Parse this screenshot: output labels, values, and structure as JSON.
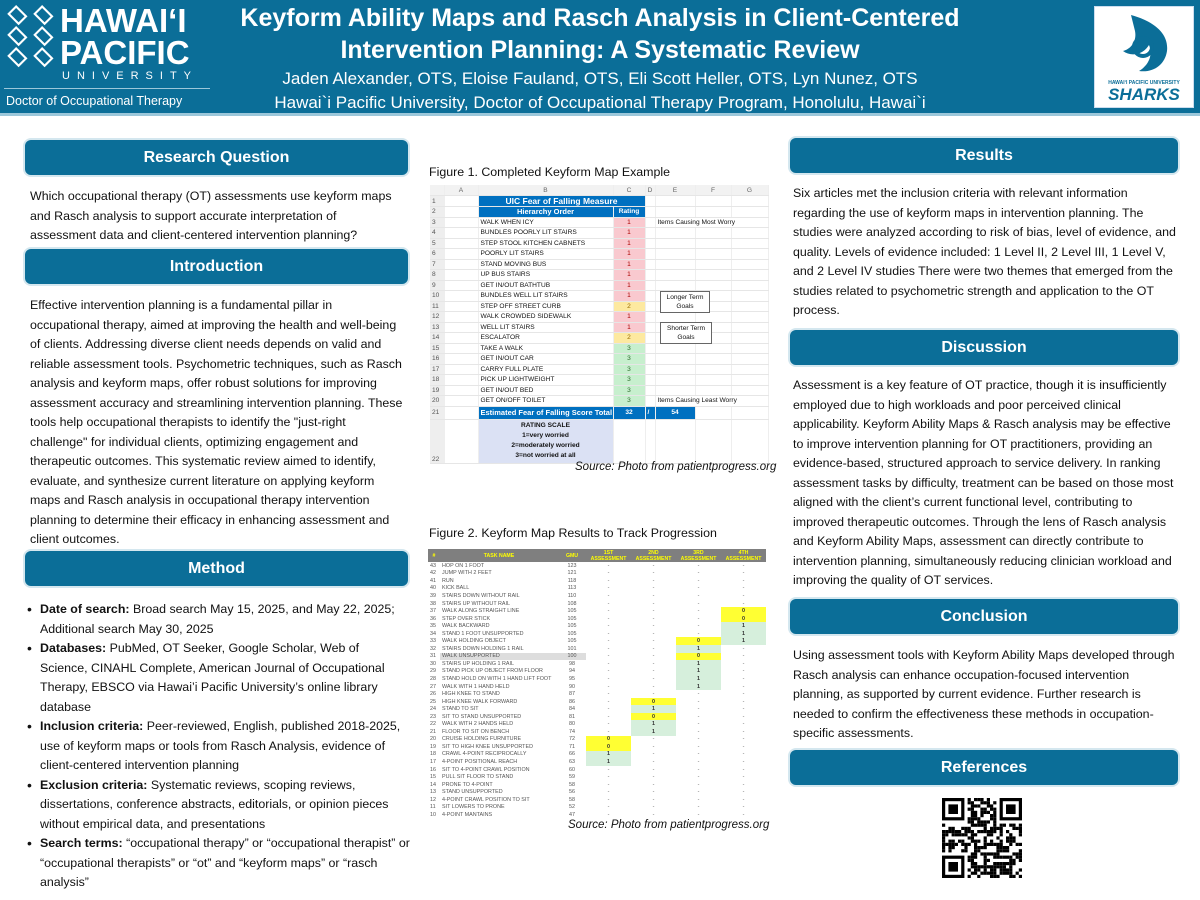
{
  "header": {
    "logo_left": {
      "line1": "HAWAIʻI",
      "line2": "PACIFIC",
      "line3": "UNIVERSITY",
      "program": "Doctor of Occupational Therapy"
    },
    "title": "Keyform Ability Maps and Rasch Analysis in Client-Centered Intervention Planning: A Systematic Review",
    "authors": "Jaden Alexander, OTS, Eloise Fauland, OTS, Eli Scott Heller, OTS, Lyn Nunez, OTS",
    "affiliation": "Hawai`i Pacific University, Doctor of Occupational Therapy Program, Honolulu, Hawai`i",
    "logo_right": {
      "line1": "HAWAIʻI PACIFIC UNIVERSITY",
      "line2": "SHARKS"
    }
  },
  "research_question": {
    "heading": "Research Question",
    "text": "Which occupational therapy (OT) assessments use keyform maps and Rasch analysis to support accurate interpretation of assessment data and client-centered intervention planning?"
  },
  "introduction": {
    "heading": "Introduction",
    "text": "Effective intervention planning is a fundamental pillar in occupational therapy, aimed at improving the health and well-being of clients. Addressing diverse client needs depends on valid and reliable assessment tools. Psychometric techniques, such as Rasch analysis and keyform maps, offer robust solutions for improving assessment accuracy and streamlining intervention planning. These tools help occupational therapists to identify the \"just-right challenge\" for individual clients, optimizing engagement and therapeutic outcomes. This systematic review aimed to identify, evaluate, and synthesize current literature on applying keyform maps and Rasch analysis in occupational therapy intervention planning to determine their efficacy in enhancing assessment and client outcomes."
  },
  "method": {
    "heading": "Method",
    "items": [
      {
        "label": "Date of search:",
        "text": " Broad search May 15, 2025, and May 22, 2025; Additional search May 30, 2025"
      },
      {
        "label": "Databases:",
        "text": " PubMed, OT Seeker, Google Scholar, Web of Science, CINAHL Complete, American Journal of Occupational Therapy, EBSCO via Hawai’i Pacific University’s online library database"
      },
      {
        "label": "Inclusion criteria:",
        "text": " Peer-reviewed, English, published 2018-2025, use of keyform maps or tools from Rasch Analysis,  evidence of client-centered intervention planning"
      },
      {
        "label": "Exclusion criteria:",
        "text": " Systematic reviews, scoping reviews, dissertations, conference abstracts, editorials, or opinion pieces without empirical data, and presentations"
      },
      {
        "label": "Search terms:",
        "text": " “occupational therapy” or “occupational therapist” or “occupational therapists” or “ot” and “keyform maps” or “rasch analysis”"
      }
    ]
  },
  "figure1": {
    "caption": "Figure 1. Completed Keyform Map Example",
    "columns": [
      "A",
      "B",
      "C",
      "D",
      "E",
      "F",
      "G"
    ],
    "title": "UIC Fear of Falling Measure",
    "subtitle": "Hierarchy Order",
    "rating_header": "Rating",
    "items": [
      {
        "name": "WALK WHEN ICY",
        "rating": "1"
      },
      {
        "name": "BUNDLES POORLY LIT STAIRS",
        "rating": "1"
      },
      {
        "name": "STEP STOOL KITCHEN CABNETS",
        "rating": "1"
      },
      {
        "name": "POORLY LIT STAIRS",
        "rating": "1"
      },
      {
        "name": "STAND MOVING BUS",
        "rating": "1"
      },
      {
        "name": "UP BUS STAIRS",
        "rating": "1"
      },
      {
        "name": "GET IN/OUT BATHTUB",
        "rating": "1"
      },
      {
        "name": "BUNDLES WELL LIT STAIRS",
        "rating": "1"
      },
      {
        "name": "STEP OFF STREET CURB",
        "rating": "2"
      },
      {
        "name": "WALK CROWDED SIDEWALK",
        "rating": "1"
      },
      {
        "name": "WELL LIT STAIRS",
        "rating": "1"
      },
      {
        "name": "ESCALATOR",
        "rating": "2"
      },
      {
        "name": "TAKE A WALK",
        "rating": "3"
      },
      {
        "name": "GET IN/OUT CAR",
        "rating": "3"
      },
      {
        "name": "CARRY FULL PLATE",
        "rating": "3"
      },
      {
        "name": "PICK UP LIGHTWEIGHT",
        "rating": "3"
      },
      {
        "name": "GET IN/OUT BED",
        "rating": "3"
      },
      {
        "name": "GET ON/OFF TOILET",
        "rating": "3"
      }
    ],
    "note_most": "Items Causing Most Worry",
    "note_least": "Items Causing Least Worry",
    "longer_goals": "Longer Term Goals",
    "shorter_goals": "Shorter Term Goals",
    "total_label": "Estimated Fear of Falling Score Total",
    "total_score": "32",
    "total_sep": "/",
    "total_max": "54",
    "scale_title": "RATING SCALE",
    "scale": [
      "1=very worried",
      "2=moderately worried",
      "3=not worried at all"
    ],
    "source": "Source: Photo from patientprogress.org"
  },
  "figure2": {
    "caption": "Figure 2.  Keyform Map Results to Track Progression",
    "headers": [
      "#",
      "TASK NAME",
      "GMU",
      "1ST ASSESSMENT",
      "2ND ASSESSMENT",
      "3RD ASSESSMENT",
      "4TH ASSESSMENT"
    ],
    "rows": [
      [
        "43",
        "HOP ON 1 FOOT",
        "123",
        "-",
        "-",
        "-",
        "-"
      ],
      [
        "42",
        "JUMP WITH 2 FEET",
        "121",
        "-",
        "-",
        "-",
        "-"
      ],
      [
        "41",
        "RUN",
        "118",
        "-",
        "-",
        "-",
        "-"
      ],
      [
        "40",
        "KICK BALL",
        "113",
        "-",
        "-",
        "-",
        "-"
      ],
      [
        "39",
        "STAIRS DOWN WITHOUT RAIL",
        "110",
        "-",
        "-",
        "-",
        "-"
      ],
      [
        "38",
        "STAIRS UP WITHOUT RAIL",
        "108",
        "-",
        "-",
        "-",
        "-"
      ],
      [
        "37",
        "WALK ALONG STRAIGHT LINE",
        "105",
        "-",
        "-",
        "-",
        "0"
      ],
      [
        "36",
        "STEP OVER STICK",
        "105",
        "-",
        "-",
        "-",
        "0"
      ],
      [
        "35",
        "WALK BACKWARD",
        "105",
        "-",
        "-",
        "-",
        "1"
      ],
      [
        "34",
        "STAND 1 FOOT UNSUPPORTED",
        "105",
        "-",
        "-",
        "-",
        "1"
      ],
      [
        "33",
        "WALK HOLDING OBJECT",
        "105",
        "-",
        "-",
        "0",
        "1"
      ],
      [
        "32",
        "STAIRS DOWN HOLDING 1 RAIL",
        "101",
        "-",
        "-",
        "1",
        "-"
      ],
      [
        "31",
        "WALK UNSUPPORTED",
        "100",
        "-",
        "-",
        "0",
        "-"
      ],
      [
        "30",
        "STAIRS UP HOLDING 1 RAIL",
        "98",
        "-",
        "-",
        "1",
        "-"
      ],
      [
        "29",
        "STAND PICK UP OBJECT FROM FLOOR",
        "94",
        "-",
        "-",
        "1",
        "-"
      ],
      [
        "28",
        "STAND HOLD ON WITH 1 HAND LIFT FOOT",
        "95",
        "-",
        "-",
        "1",
        "-"
      ],
      [
        "27",
        "WALK WITH 1 HAND HELD",
        "90",
        "-",
        "-",
        "1",
        "-"
      ],
      [
        "26",
        "HIGH KNEE TO STAND",
        "87",
        "-",
        "-",
        "-",
        "-"
      ],
      [
        "25",
        "HIGH KNEE WALK FORWARD",
        "86",
        "-",
        "0",
        "-",
        "-"
      ],
      [
        "24",
        "STAND TO SIT",
        "84",
        "-",
        "1",
        "-",
        "-"
      ],
      [
        "23",
        "SIT TO STAND UNSUPPORTED",
        "81",
        "-",
        "0",
        "-",
        "-"
      ],
      [
        "22",
        "WALK WITH 2 HANDS HELD",
        "80",
        "-",
        "1",
        "-",
        "-"
      ],
      [
        "21",
        "FLOOR TO SIT ON BENCH",
        "74",
        "-",
        "1",
        "-",
        "-"
      ],
      [
        "20",
        "CRUISE HOLDING FURNITURE",
        "72",
        "0",
        "-",
        "-",
        "-"
      ],
      [
        "19",
        "SIT TO HIGH KNEE UNSUPPORTED",
        "71",
        "0",
        "-",
        "-",
        "-"
      ],
      [
        "18",
        "CRAWL 4-POINT RECIPROCALLY",
        "66",
        "1",
        "-",
        "-",
        "-"
      ],
      [
        "17",
        "4-POINT POSITIONAL REACH",
        "63",
        "1",
        "-",
        "-",
        "-"
      ],
      [
        "16",
        "SIT TO 4-POINT CRAWL POSITION",
        "60",
        "-",
        "-",
        "-",
        "-"
      ],
      [
        "15",
        "PULL SIT FLOOR TO STAND",
        "59",
        "-",
        "-",
        "-",
        "-"
      ],
      [
        "14",
        "PRONE TO 4-POINT",
        "58",
        "-",
        "-",
        "-",
        "-"
      ],
      [
        "13",
        "STAND UNSUPPORTED",
        "56",
        "-",
        "-",
        "-",
        "-"
      ],
      [
        "12",
        "4-POINT CRAWL POSITION TO SIT",
        "58",
        "-",
        "-",
        "-",
        "-"
      ],
      [
        "11",
        "SIT LOWERS TO PRONE",
        "52",
        "-",
        "-",
        "-",
        "-"
      ],
      [
        "10",
        "4-POINT MANTAINS",
        "47",
        "-",
        "-",
        "-",
        "-"
      ]
    ],
    "source": "Source: Photo from patientprogress.org"
  },
  "results": {
    "heading": "Results",
    "text": "Six articles met the inclusion criteria with relevant information regarding the use of keyform maps in intervention planning. The studies were analyzed according to risk of bias, level of evidence, and quality. Levels of evidence included: 1 Level II, 2 Level III, 1 Level V, and 2 Level IV studies There were two themes that emerged from the studies related to psychometric strength and application to the OT process."
  },
  "discussion": {
    "heading": "Discussion",
    "text": "Assessment is a key feature of OT practice, though it is insufficiently employed due to high workloads and poor perceived clinical applicability. Keyform Ability Maps & Rasch analysis may be effective to improve intervention planning for OT practitioners, providing an evidence-based, structured approach to service delivery. In ranking assessment tasks by difficulty, treatment can be based on those most aligned with the client’s current functional level, contributing to improved therapeutic outcomes. Through the lens of Rasch analysis and Keyform Ability Maps, assessment can directly contribute to intervention planning, simultaneously reducing clinician workload and improving the quality of OT services."
  },
  "conclusion": {
    "heading": "Conclusion",
    "text": "Using assessment tools with Keyform Ability Maps developed through Rasch analysis can enhance occupation-focused intervention planning, as supported by current evidence. Further research is needed to confirm the effectiveness these methods in occupation-specific assessments."
  },
  "references": {
    "heading": "References"
  }
}
